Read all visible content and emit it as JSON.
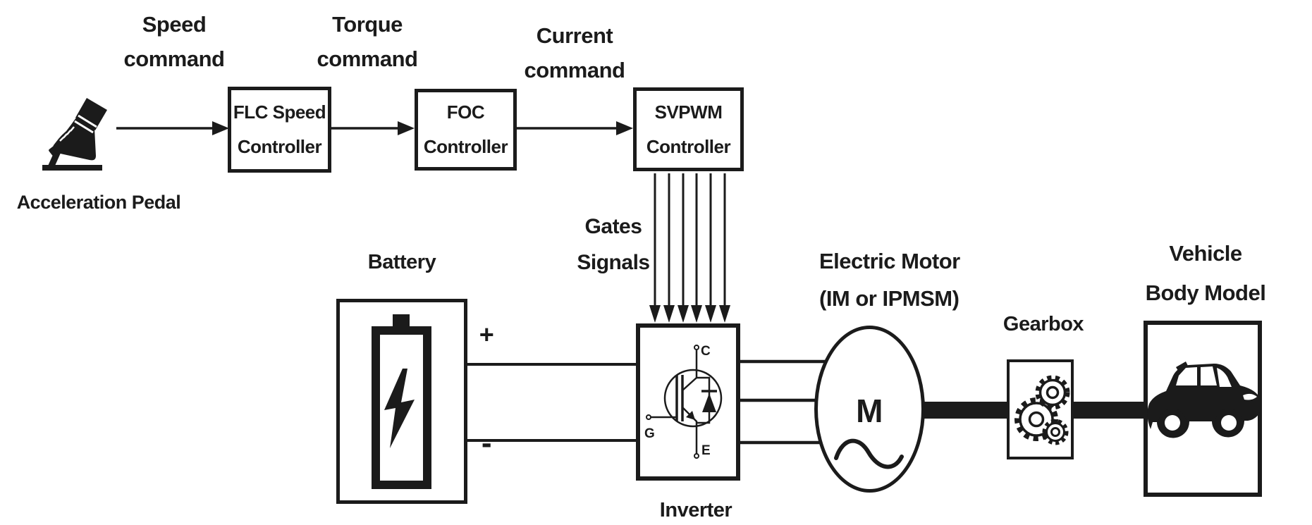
{
  "colors": {
    "ink": "#1b1b1b",
    "paper": "#ffffff"
  },
  "signal_labels": {
    "speed": "Speed\ncommand",
    "torque": "Torque\ncommand",
    "current": "Current\ncommand",
    "gates": "Gates\nSignals"
  },
  "blocks": {
    "pedal_caption": "Acceleration Pedal",
    "flc_controller": "FLC Speed\nController",
    "foc_controller": "FOC\nController",
    "svpwm_controller": "SVPWM\nController",
    "battery_caption": "Battery",
    "inverter_caption": "Inverter",
    "motor_caption": "Electric Motor\n(IM or IPMSM)",
    "motor_letter": "M",
    "gearbox_caption": "Gearbox",
    "vehicle_caption": "Vehicle\nBody Model"
  },
  "battery_terminals": {
    "positive": "+",
    "negative": "-"
  },
  "igbt_pins": {
    "collector": "C",
    "gate": "G",
    "emitter": "E"
  }
}
